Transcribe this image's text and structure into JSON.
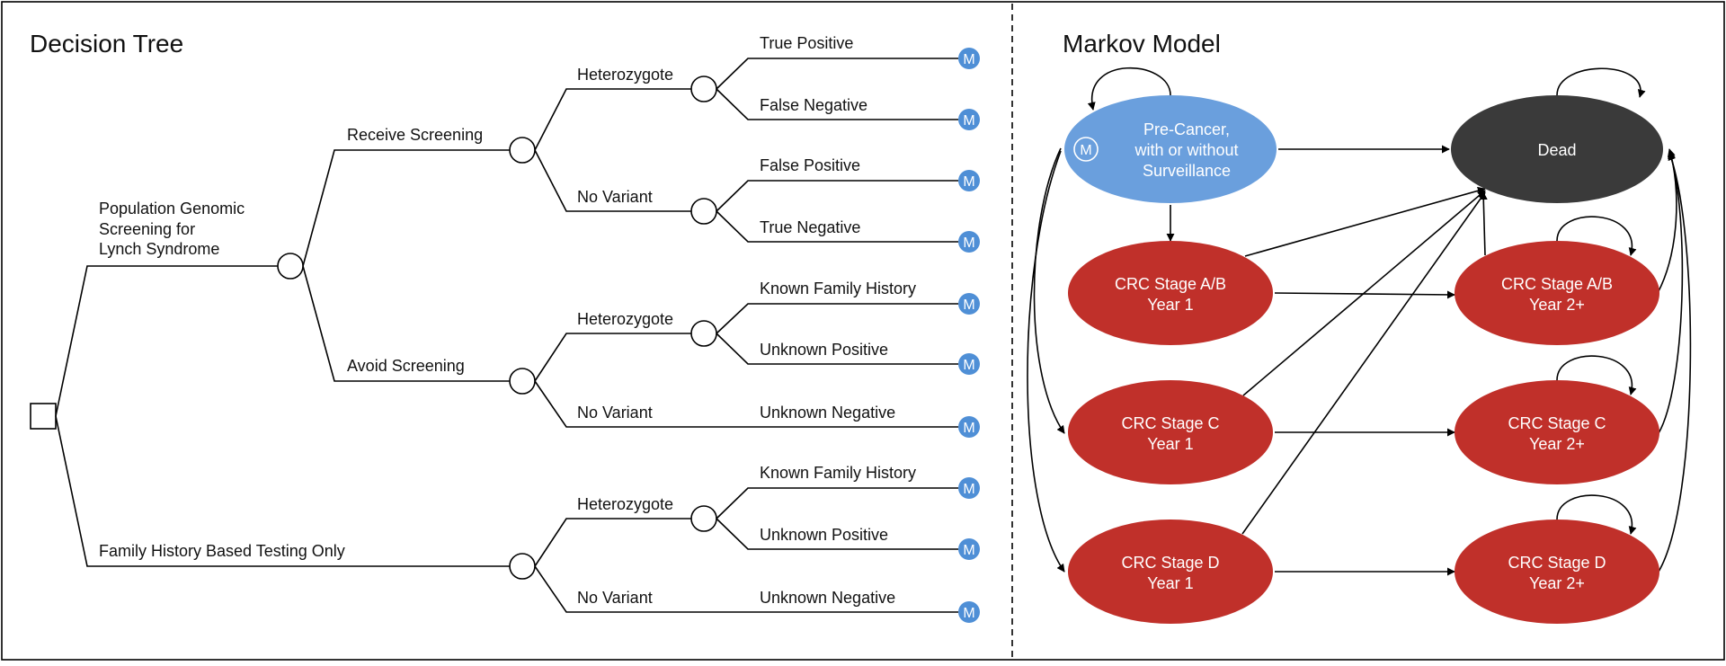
{
  "colors": {
    "precancer": "#6a9fdd",
    "crc": "#c0302a",
    "dead": "#3a3a3a",
    "markov_marker": "#4f8fd6"
  },
  "decision_tree": {
    "title": "Decision Tree",
    "root_branches": {
      "population": [
        "Population Genomic",
        "Screening for",
        "Lynch Syndrome"
      ],
      "family_history": "Family History Based Testing Only"
    },
    "screening": {
      "receive": "Receive Screening",
      "avoid": "Avoid Screening"
    },
    "genotypes": {
      "heterozygote": "Heterozygote",
      "no_variant": "No Variant"
    },
    "outcomes": {
      "true_positive": "True Positive",
      "false_negative": "False Negative",
      "false_positive": "False Positive",
      "true_negative": "True Negative",
      "known_family_history": "Known Family History",
      "unknown_positive": "Unknown Positive",
      "unknown_negative": "Unknown Negative"
    },
    "markov_marker": "M"
  },
  "markov_model": {
    "title": "Markov Model",
    "states": {
      "precancer": [
        "Pre-Cancer,",
        "with or without",
        "Surveillance"
      ],
      "dead": "Dead",
      "ab_y1": [
        "CRC Stage A/B",
        "Year 1"
      ],
      "ab_y2": [
        "CRC Stage A/B",
        "Year 2+"
      ],
      "c_y1": [
        "CRC Stage C",
        "Year 1"
      ],
      "c_y2": [
        "CRC Stage C",
        "Year 2+"
      ],
      "d_y1": [
        "CRC Stage D",
        "Year 1"
      ],
      "d_y2": [
        "CRC Stage D",
        "Year 2+"
      ]
    },
    "precancer_marker": "M"
  }
}
